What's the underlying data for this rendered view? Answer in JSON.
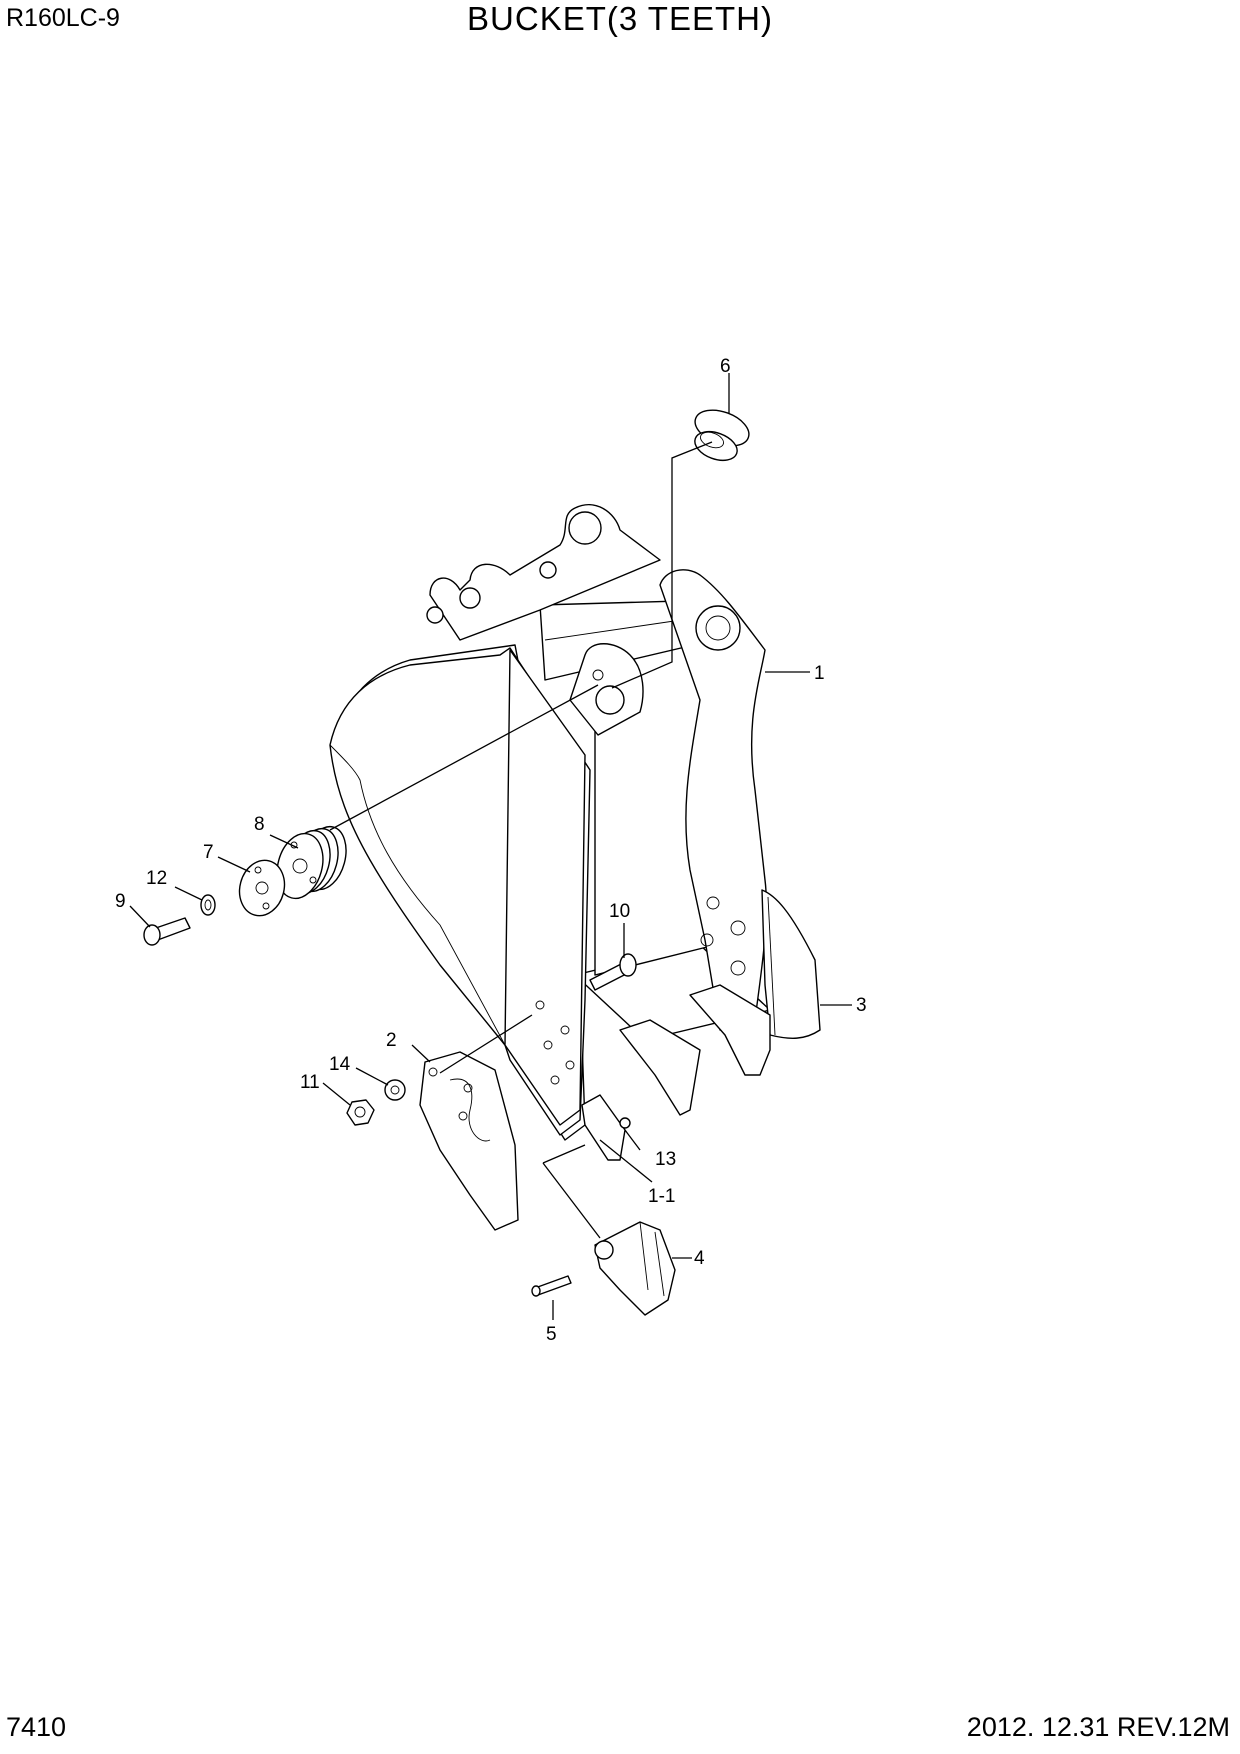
{
  "header": {
    "model": "R160LC-9",
    "title": "BUCKET(3 TEETH)"
  },
  "footer": {
    "page_number": "7410",
    "revision": "2012. 12.31  REV.12M"
  },
  "callouts": [
    {
      "id": "1",
      "label": "1"
    },
    {
      "id": "1-1",
      "label": "1-1"
    },
    {
      "id": "2",
      "label": "2"
    },
    {
      "id": "3",
      "label": "3"
    },
    {
      "id": "4",
      "label": "4"
    },
    {
      "id": "5",
      "label": "5"
    },
    {
      "id": "6",
      "label": "6"
    },
    {
      "id": "7",
      "label": "7"
    },
    {
      "id": "8",
      "label": "8"
    },
    {
      "id": "9",
      "label": "9"
    },
    {
      "id": "10",
      "label": "10"
    },
    {
      "id": "11",
      "label": "11"
    },
    {
      "id": "12",
      "label": "12"
    },
    {
      "id": "13",
      "label": "13"
    },
    {
      "id": "14",
      "label": "14"
    }
  ]
}
